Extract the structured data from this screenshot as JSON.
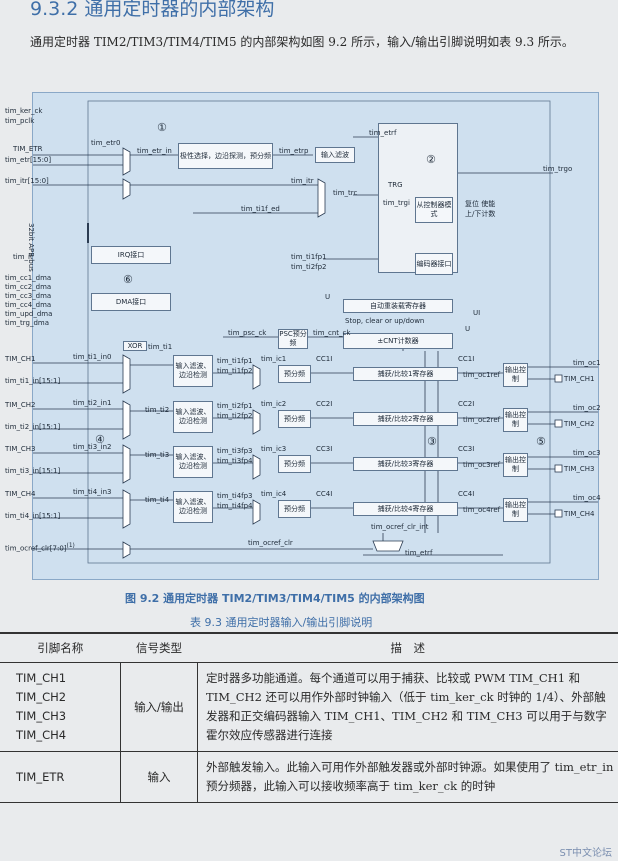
{
  "heading": "9.3.2  通用定时器的内部架构",
  "intro": "通用定时器 TIM2/TIM3/TIM4/TIM5 的内部架构如图 9.2 所示，输入/输出引脚说明如表 9.3 所示。",
  "figure": {
    "caption": "图 9.2   通用定时器 TIM2/TIM3/TIM4/TIM5 的内部架构图",
    "inputs": [
      "tim_ker_ck",
      "tim_pclk",
      "TIM_ETR",
      "tim_etr[15:0]",
      "tim_itr[15:0]",
      "32bit APB bus",
      "tim_it",
      "tim_cc1_dma",
      "tim_cc2_dma",
      "tim_cc3_dma",
      "tim_cc4_dma",
      "tim_upd_dma",
      "tim_trg_dma",
      "TIM_CH1",
      "tim_ti1_in[15:1]",
      "TIM_CH2",
      "tim_ti2_in[15:1]",
      "TIM_CH3",
      "tim_ti3_in[15:1]",
      "TIM_CH4",
      "tim_ti4_in[15:1]",
      "tim_ocref_clr[7:0]"
    ],
    "inputs_sup": "(1)",
    "outputs": [
      "tim_trgo",
      "tim_oc1",
      "TIM_CH1",
      "tim_oc2",
      "TIM_CH2",
      "tim_oc3",
      "TIM_CH3",
      "tim_oc4",
      "TIM_CH4"
    ],
    "blocks": {
      "polarity": "极性选择，边沿探测，预分频",
      "input_filter": "输入滤波",
      "slave": "从控制器模式",
      "encoder": "编码器接口",
      "irq": "IRQ接口",
      "dma": "DMA接口",
      "autoreload": "自动重装载寄存器",
      "psc": "PSC预分频",
      "cnt": "±CNT计数器",
      "in_filter_edge": "输入滤波、边沿检测",
      "prescaler": "预分频",
      "cc1": "捕获/比较1寄存器",
      "cc2": "捕获/比较2寄存器",
      "cc3": "捕获/比较3寄存器",
      "cc4": "捕获/比较4寄存器",
      "out_ctrl": "输出控制",
      "xor": "XOR",
      "trg": "TRG",
      "reset_note": "复位 使能 上/下计数",
      "stop_clear": "Stop, clear or up/down"
    },
    "signals": {
      "tim_etr0": "tim_etr0",
      "tim_etr_in": "tim_etr_in",
      "tim_etrp": "tim_etrp",
      "tim_etrf": "tim_etrf",
      "tim_itr": "tim_itr",
      "tim_trc": "tim_trc",
      "tim_ti1f_ed": "tim_ti1f_ed",
      "tim_trgi": "tim_trgi",
      "tim_ti1fp1": "tim_ti1fp1",
      "tim_ti2fp2": "tim_ti2fp2",
      "tim_psc_ck": "tim_psc_ck",
      "tim_cnt_ck": "tim_cnt_ck",
      "tim_ti1": "tim_ti1",
      "tim_ti2": "tim_ti2",
      "tim_ti3": "tim_ti3",
      "tim_ti4": "tim_ti4",
      "tim_ti1_in0": "tim_ti1_in0",
      "tim_ti2_in1": "tim_ti2_in1",
      "tim_ti3_in2": "tim_ti3_in2",
      "tim_ti4_in3": "tim_ti4_in3",
      "tim_ic1": "tim_ic1",
      "tim_ic2": "tim_ic2",
      "tim_ic3": "tim_ic3",
      "tim_ic4": "tim_ic4",
      "cc1i": "CC1I",
      "cc2i": "CC2I",
      "cc3i": "CC3I",
      "cc4i": "CC4I",
      "u": "U",
      "ui": "UI",
      "ocref1": "tim_oc1ref",
      "ocref2": "tim_oc2ref",
      "ocref3": "tim_oc3ref",
      "ocref4": "tim_oc4ref",
      "clr_int": "tim_ocref_clr_int",
      "ocref_clr": "tim_ocref_clr",
      "ti1fp1": "tim_ti1fp1",
      "ti1fp2": "tim_ti1fp2",
      "ti2fp1": "tim_ti2fp1",
      "ti2fp2": "tim_ti2fp2",
      "ti3fp3": "tim_ti3fp3",
      "ti3fp4": "tim_ti3fp4",
      "ti4fp3": "tim_ti4fp3",
      "ti4fp4": "tim_ti4fp4"
    },
    "markers": [
      "①",
      "②",
      "③",
      "④",
      "⑤",
      "⑥"
    ]
  },
  "table": {
    "caption": "表 9.3   通用定时器输入/输出引脚说明",
    "headers": [
      "引脚名称",
      "信号类型",
      "描　述"
    ],
    "rows": [
      {
        "pins": [
          "TIM_CH1",
          "TIM_CH2",
          "TIM_CH3",
          "TIM_CH4"
        ],
        "type": "输入/输出",
        "desc": "定时器多功能通道。每个通道可以用于捕获、比较或 PWM TIM_CH1 和 TIM_CH2 还可以用作外部时钟输入（低于 tim_ker_ck 时钟的 1/4）、外部触发器和正交编码器输入 TIM_CH1、TIM_CH2 和 TIM_CH3 可以用于与数字霍尔效应传感器进行连接"
      },
      {
        "pins": [
          "TIM_ETR"
        ],
        "type": "输入",
        "desc": "外部触发输入。此输入可用作外部触发器或外部时钟源。如果使用了 tim_etr_in 预分频器，此输入可以接收频率高于 tim_ker_ck 的时钟"
      }
    ]
  },
  "watermark": "ST中文论坛"
}
